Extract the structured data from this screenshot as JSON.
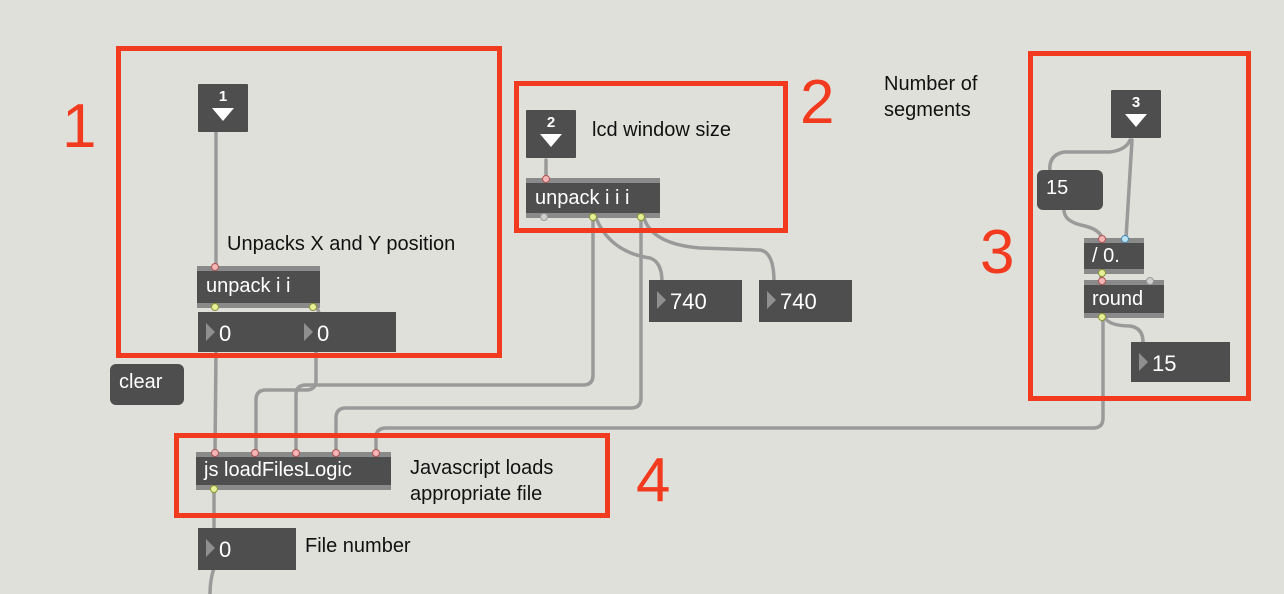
{
  "highlights": {
    "color": "#f23a1e",
    "labels": [
      "1",
      "2",
      "3",
      "4"
    ]
  },
  "colors": {
    "canvas": "#e0e0da",
    "object_body": "#4e4e4e",
    "patch_cord": "#9a9a9a",
    "inlet_hot": "#f3b5b5",
    "inlet_cold": "#bde3f5",
    "outlet": "#e8ef9a"
  },
  "objects": {
    "umenu1_value": "1",
    "umenu2_value": "2",
    "umenu3_value": "3",
    "unpack_xy": "unpack i i",
    "unpack_size": "unpack i i i",
    "divide": "/ 0.",
    "round": "round",
    "js": "js loadFilesLogic"
  },
  "number_boxes": {
    "x_pos": "0",
    "y_pos": "0",
    "width": "740",
    "height": "740",
    "segments_in": "15",
    "segments_out": "15",
    "file_number": "0"
  },
  "message": {
    "clear": "clear"
  },
  "comments": {
    "unpack_xy": "Unpacks X and Y position",
    "lcd": "lcd window size",
    "segments_line1": "Number of",
    "segments_line2": "segments",
    "js_line1": "Javascript loads",
    "js_line2": "appropriate file",
    "file_number": "File number"
  }
}
